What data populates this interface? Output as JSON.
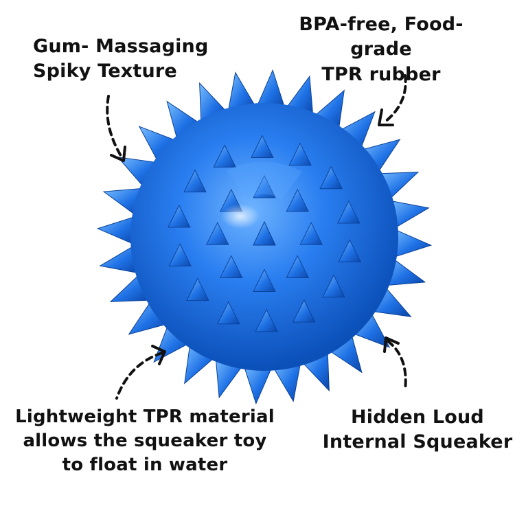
{
  "callouts": {
    "top_left": "Gum- Massaging\nSpiky Texture",
    "top_right": "BPA-free, Food-grade\nTPR rubber",
    "bottom_left": "Lightweight TPR material\nallows the squeaker toy\nto float in water",
    "bottom_right": "Hidden Loud\nInternal Squeaker"
  },
  "product": {
    "subject": "blue spiky ball dog toy",
    "color": "#1a6fe0"
  },
  "icons": [
    "dashed-arrow-icon"
  ]
}
